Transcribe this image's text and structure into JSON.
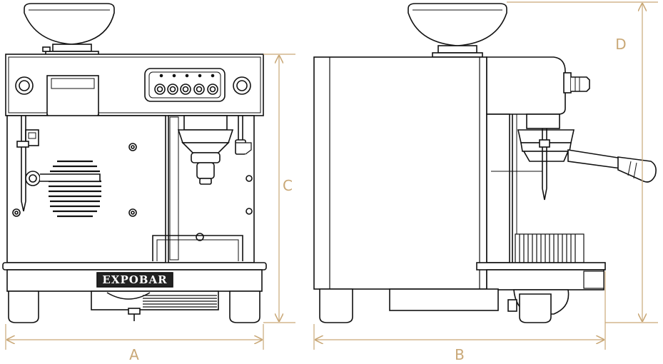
{
  "brand": {
    "logo_text": "EXPOBAR"
  },
  "dimensions": {
    "width_label": "A",
    "depth_label": "B",
    "height_label": "C",
    "total_height_label": "D"
  },
  "colors": {
    "dimension_line": "#c9a877",
    "dimension_text": "#c9a877",
    "outline": "#111111",
    "panel": "#ffffff",
    "logo_bg": "#222222"
  }
}
